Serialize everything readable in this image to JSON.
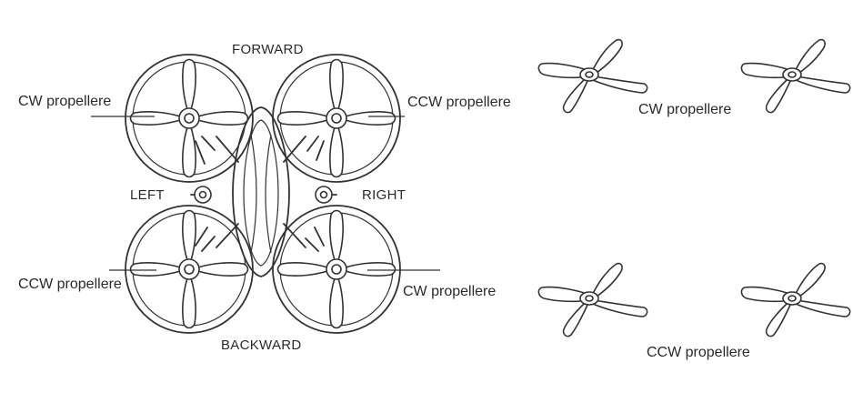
{
  "drone": {
    "directions": {
      "forward": "FORWARD",
      "backward": "BACKWARD",
      "left": "LEFT",
      "right": "RIGHT"
    },
    "rotor_labels": {
      "front_left": "CW propellere",
      "front_right": "CCW propellere",
      "rear_left": "CCW propellere",
      "rear_right": "CW propellere"
    }
  },
  "propeller_groups": {
    "cw": {
      "label": "CW propellere",
      "icons": [
        "propeller-icon",
        "propeller-icon"
      ]
    },
    "ccw": {
      "label": "CCW propellere",
      "icons": [
        "propeller-icon",
        "propeller-icon"
      ]
    }
  },
  "colors": {
    "line": "#333333",
    "background": "#ffffff"
  }
}
